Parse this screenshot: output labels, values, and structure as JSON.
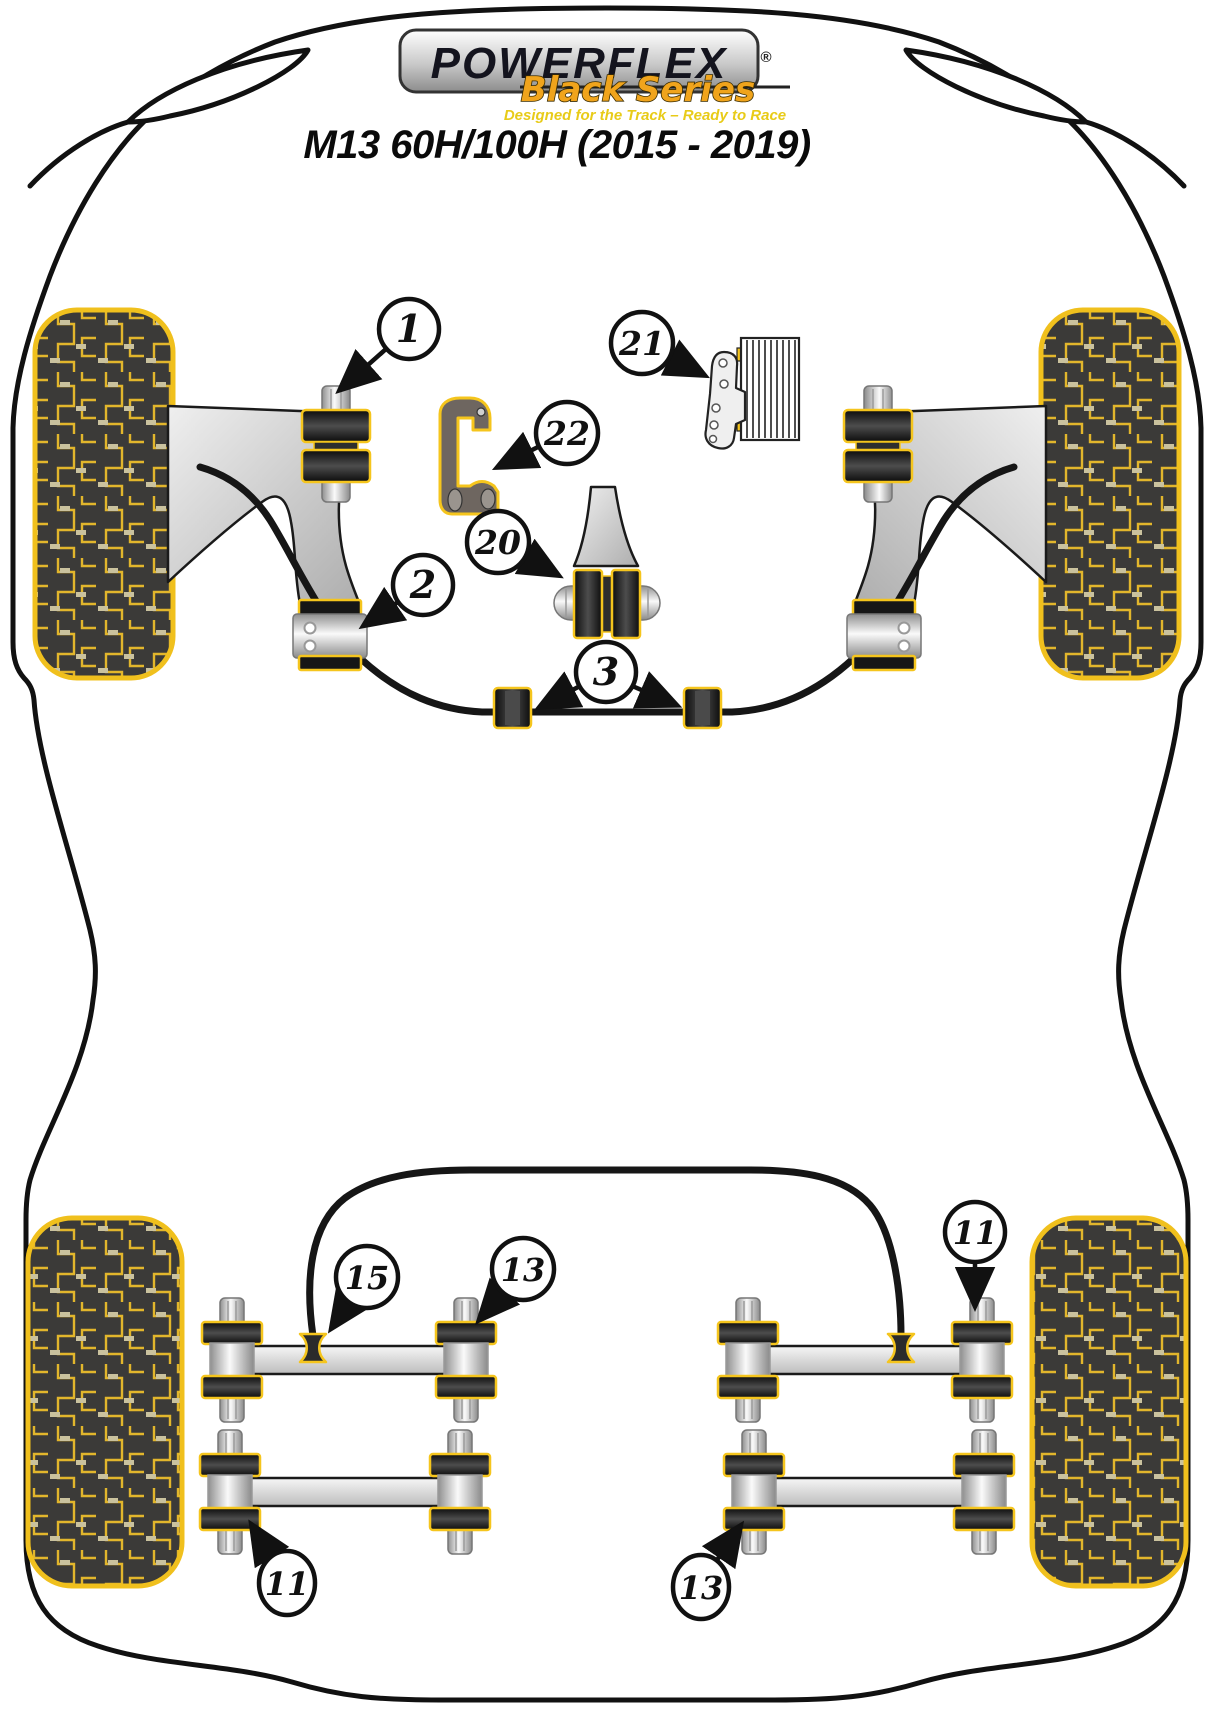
{
  "logo": {
    "brand": "POWERFLEX",
    "registered": "®",
    "series": "Black Series",
    "tagline": "Designed for the Track – Ready to Race"
  },
  "title": "M13 60H/100H (2015 - 2019)",
  "colors": {
    "accent_yellow": "#f5c51d",
    "series_orange": "#f0a41c",
    "tagline_yellow": "#e8cb18",
    "line_black": "#111111",
    "tread_dark": "#3b3a38"
  },
  "callouts": [
    {
      "id": "1",
      "label": "1"
    },
    {
      "id": "21",
      "label": "21"
    },
    {
      "id": "22",
      "label": "22"
    },
    {
      "id": "20",
      "label": "20"
    },
    {
      "id": "2",
      "label": "2"
    },
    {
      "id": "3",
      "label": "3"
    },
    {
      "id": "11-right",
      "label": "11"
    },
    {
      "id": "15",
      "label": "15"
    },
    {
      "id": "13-upper",
      "label": "13"
    },
    {
      "id": "11-lower",
      "label": "11"
    },
    {
      "id": "13-lower",
      "label": "13"
    }
  ]
}
